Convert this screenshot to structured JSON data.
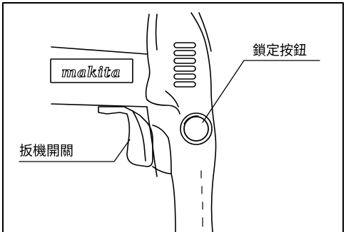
{
  "brand": {
    "logo_text": "makita"
  },
  "callouts": {
    "lock_button": "鎖定按鈕",
    "trigger_switch": "扳機開關"
  },
  "colors": {
    "ink": "#000000",
    "background": "#ffffff"
  }
}
